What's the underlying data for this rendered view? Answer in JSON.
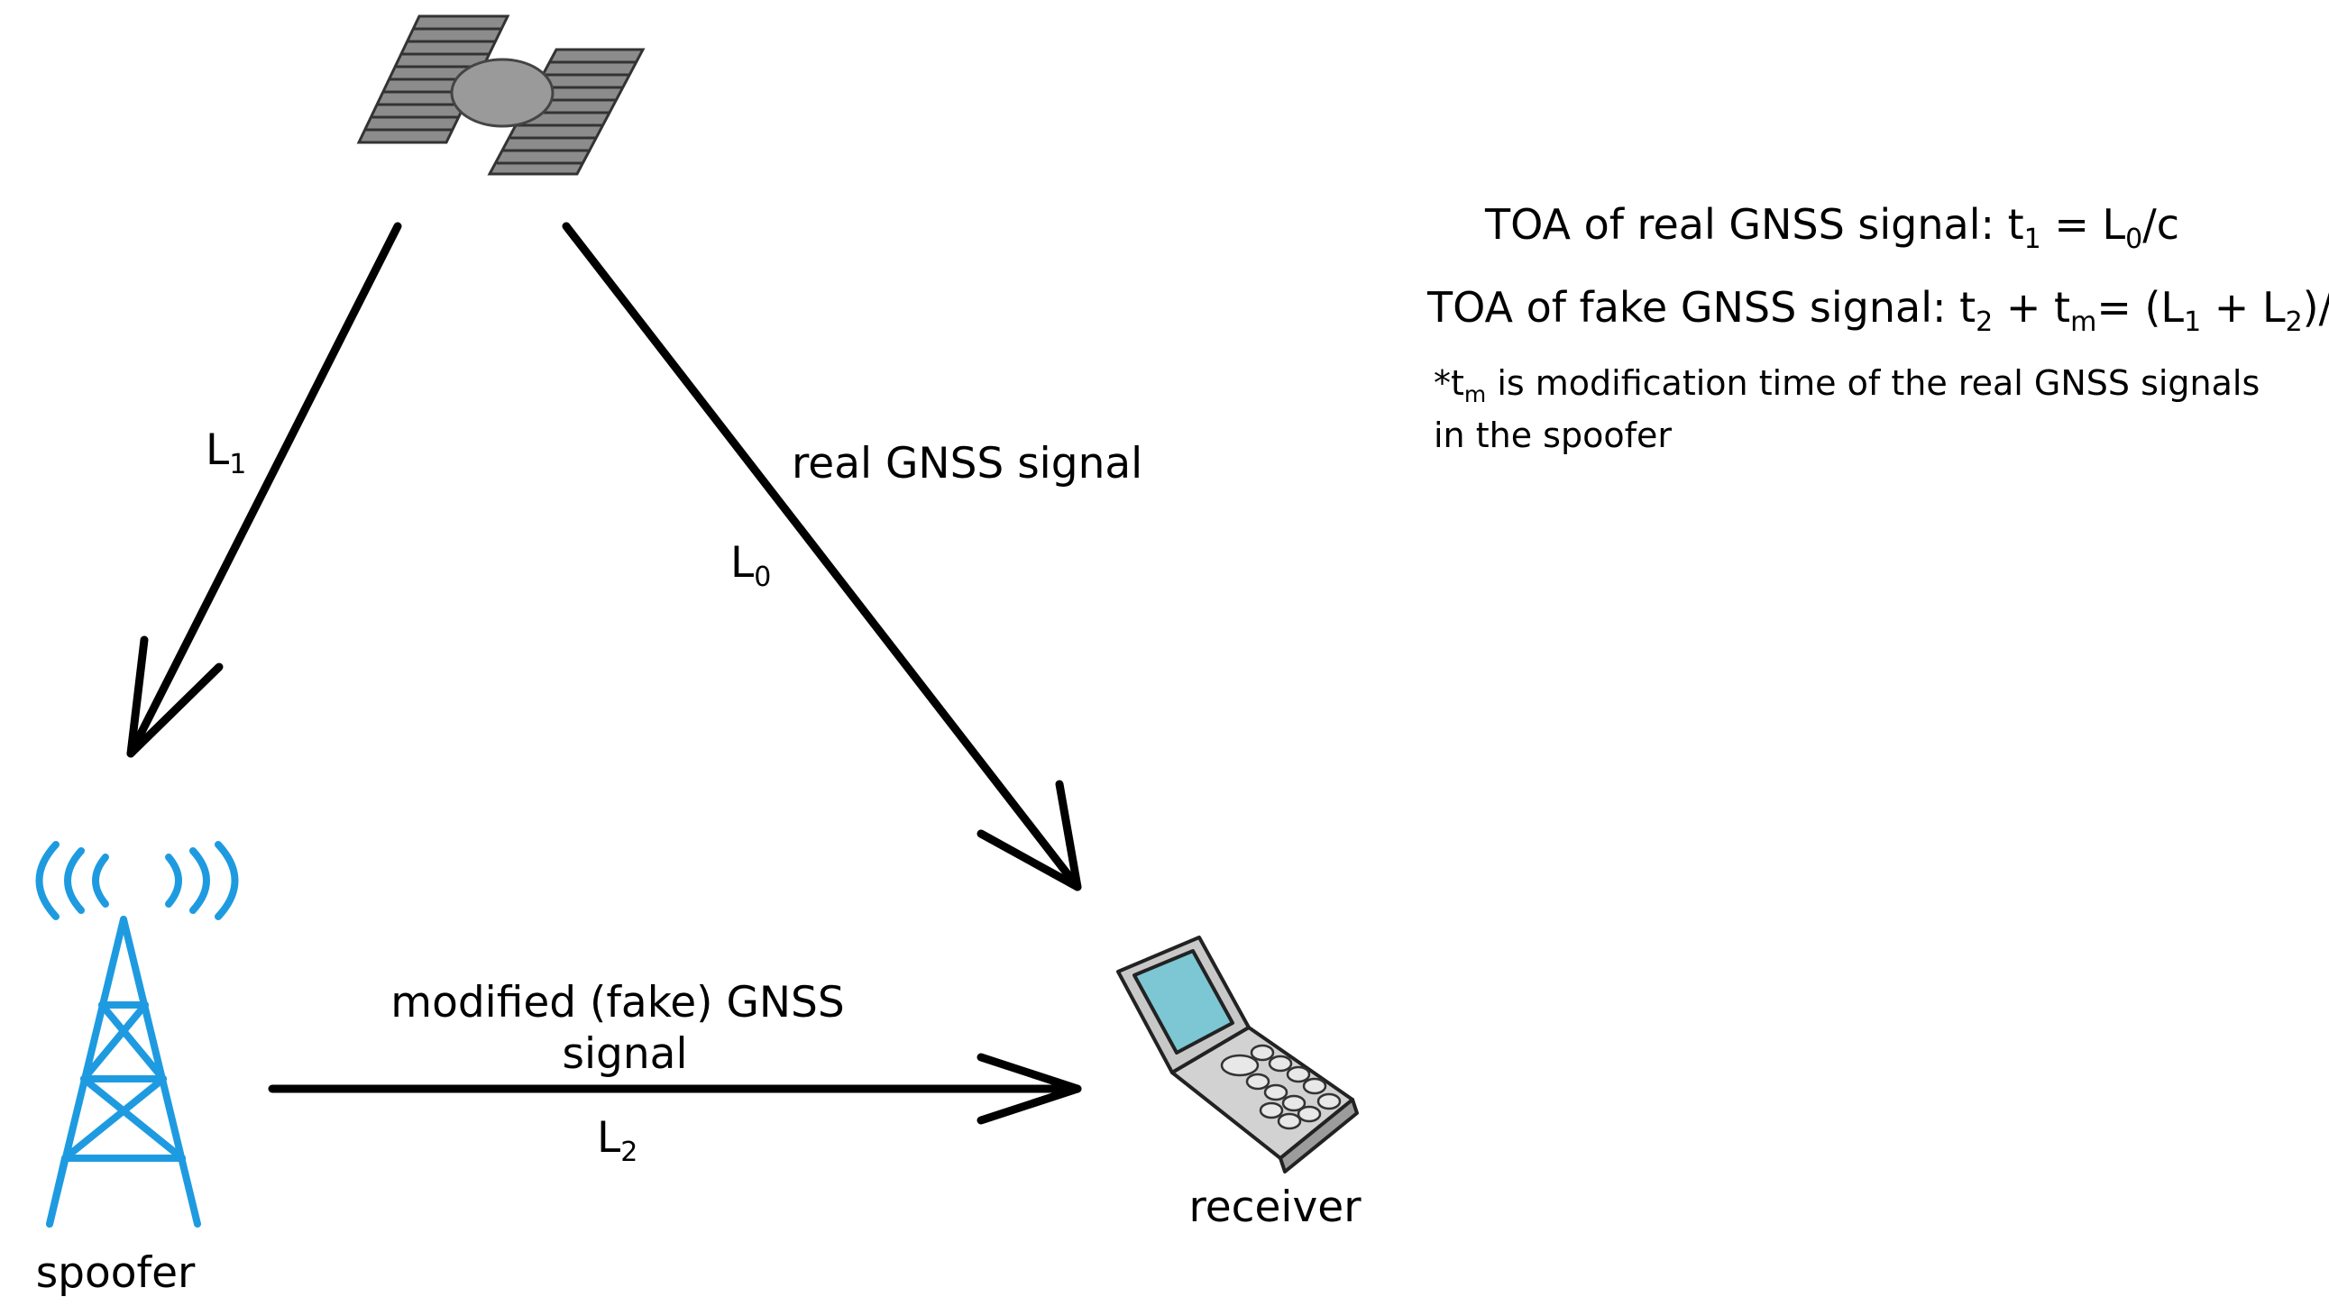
{
  "labels": {
    "l1": {
      "base": "L",
      "sub": "1"
    },
    "l0": {
      "base": "L",
      "sub": "0"
    },
    "l2": {
      "base": "L",
      "sub": "2"
    },
    "real_signal": "real GNSS signal",
    "fake_signal_line1": "modified (fake) GNSS",
    "fake_signal_line2": "signal",
    "receiver": "receiver",
    "spoofer": "spoofer"
  },
  "equations": {
    "real": {
      "prefix": "TOA of real GNSS signal: t",
      "t_sub": "1",
      "mid": " = L",
      "l_sub": "0",
      "suffix": "/c"
    },
    "fake": {
      "prefix": "TOA of fake GNSS signal: t",
      "t2_sub": "2",
      "plus": " + t",
      "tm_sub": "m",
      "eq": "= (L",
      "l1_sub": "1",
      "plus2": " + L",
      "l2_sub": "2",
      "suffix": ")/c"
    },
    "note": {
      "star": "*t",
      "tm_sub": "m",
      "line1_rest": " is modification time of the real GNSS signals",
      "line2": "in the spoofer"
    }
  },
  "colors": {
    "arrow": "#000000",
    "tower": "#1e9be0",
    "satellite_body": "#9a9a9a",
    "phone_screen": "#7cc7d3",
    "phone_body": "#c8c8c8"
  },
  "icons": {
    "satellite": "satellite-icon",
    "tower": "radio-tower-icon",
    "phone": "flip-phone-icon"
  }
}
